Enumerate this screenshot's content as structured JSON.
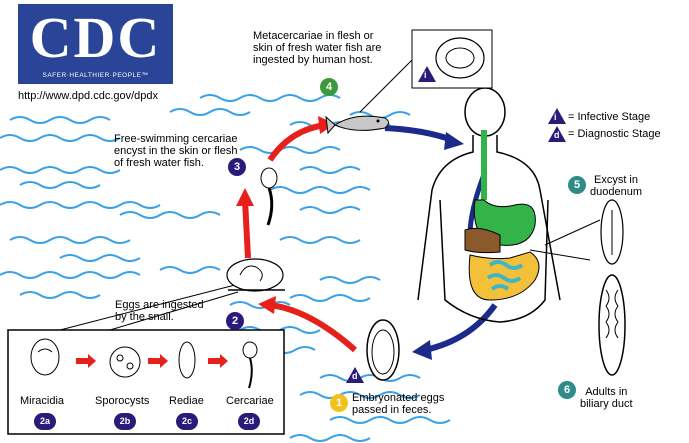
{
  "header": {
    "logo_text": "CDC",
    "logo_tagline": "SAFER·HEALTHIER·PEOPLE™",
    "url": "http://www.dpd.cdc.gov/dpdx"
  },
  "legend": {
    "infective_symbol": "i",
    "infective_label": "= Infective Stage",
    "diagnostic_symbol": "d",
    "diagnostic_label": "= Diagnostic Stage"
  },
  "stages": {
    "s1": {
      "number": "1",
      "text": [
        "Embryonated eggs",
        "passed in feces."
      ]
    },
    "s2": {
      "number": "2",
      "text": [
        "Eggs are ingested",
        "by the snail."
      ]
    },
    "s3": {
      "number": "3",
      "text": [
        "Free-swimming cercariae",
        "encyst in the skin or flesh",
        "of fresh water fish."
      ]
    },
    "s4": {
      "number": "4",
      "text": [
        "Metacercariae in flesh or",
        "skin of fresh water fish are",
        "ingested by human host."
      ]
    },
    "s5": {
      "number": "5",
      "text": [
        "Excyst in",
        "duodenum"
      ]
    },
    "s6": {
      "number": "6",
      "text": [
        "Adults in",
        "biliary duct"
      ]
    }
  },
  "snail_stages": [
    {
      "label": "Miracidia",
      "badge": "2a"
    },
    {
      "label": "Sporocysts",
      "badge": "2b"
    },
    {
      "label": "Rediae",
      "badge": "2c"
    },
    {
      "label": "Cercariae",
      "badge": "2d"
    }
  ],
  "colors": {
    "cdc_blue": "#2a4597",
    "water_blue": "#3aa0e8",
    "arrow_red": "#e8201c",
    "arrow_navy": "#1c2a8c",
    "badge_purple": "#2b1a7a",
    "badge_green": "#3c9a3c",
    "badge_teal": "#2f8a8a",
    "badge_yellow": "#f2c21a",
    "liver_brown": "#8a5a2a",
    "stomach_green": "#33b449",
    "intestine_yellow": "#f3c03a",
    "intestine_cyan": "#3fb6c6"
  }
}
